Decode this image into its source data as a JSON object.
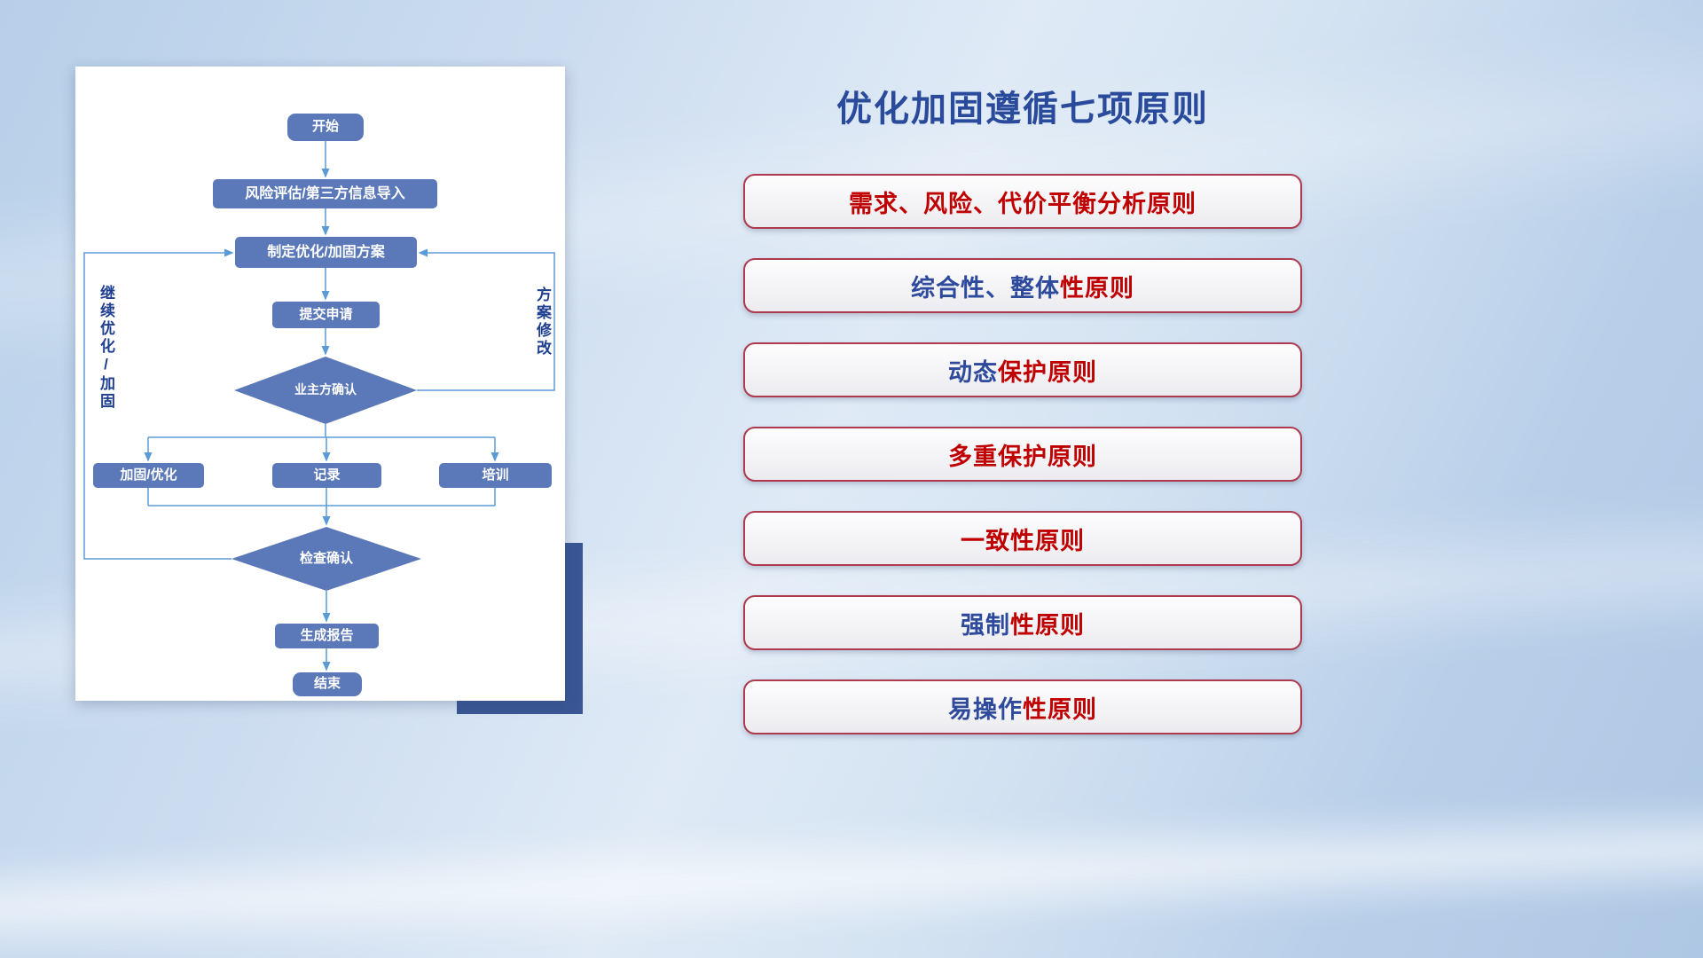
{
  "colors": {
    "red": "#C00000",
    "blue": "#2E4A9C",
    "title_blue": "#2A4A9B",
    "node_blue": "#5B79B8",
    "connector_blue": "#5B9BD5",
    "card_shadow_navy": "#3A5795",
    "principle_border_red": "#AD3A4E"
  },
  "flowchart": {
    "nodes": {
      "start": "开始",
      "risk_import": "风险评估/第三方信息导入",
      "make_plan": "制定优化/加固方案",
      "submit": "提交申请",
      "owner_confirm": "业主方确认",
      "harden_optimize": "加固/优化",
      "record": "记录",
      "training": "培训",
      "check_confirm": "检查确认",
      "report": "生成报告",
      "end": "结束"
    },
    "side_labels": {
      "continue_optimize": "继续优化/加固",
      "plan_revise": "方案修改"
    }
  },
  "panel": {
    "title": "优化加固遵循七项原则",
    "principles": [
      {
        "segments": [
          {
            "text": "需求、风险、代价平衡分析原则",
            "color": "red"
          }
        ]
      },
      {
        "segments": [
          {
            "text": "综合性、整体",
            "color": "blue"
          },
          {
            "text": "性原则",
            "color": "red"
          }
        ]
      },
      {
        "segments": [
          {
            "text": "动态",
            "color": "blue"
          },
          {
            "text": "保护原则",
            "color": "red"
          }
        ]
      },
      {
        "segments": [
          {
            "text": "多重保护原则",
            "color": "red"
          }
        ]
      },
      {
        "segments": [
          {
            "text": "一致性原则",
            "color": "red"
          }
        ]
      },
      {
        "segments": [
          {
            "text": "强制",
            "color": "blue"
          },
          {
            "text": "性原则",
            "color": "red"
          }
        ]
      },
      {
        "segments": [
          {
            "text": "易操作",
            "color": "blue"
          },
          {
            "text": "性原则",
            "color": "red"
          }
        ]
      }
    ]
  }
}
